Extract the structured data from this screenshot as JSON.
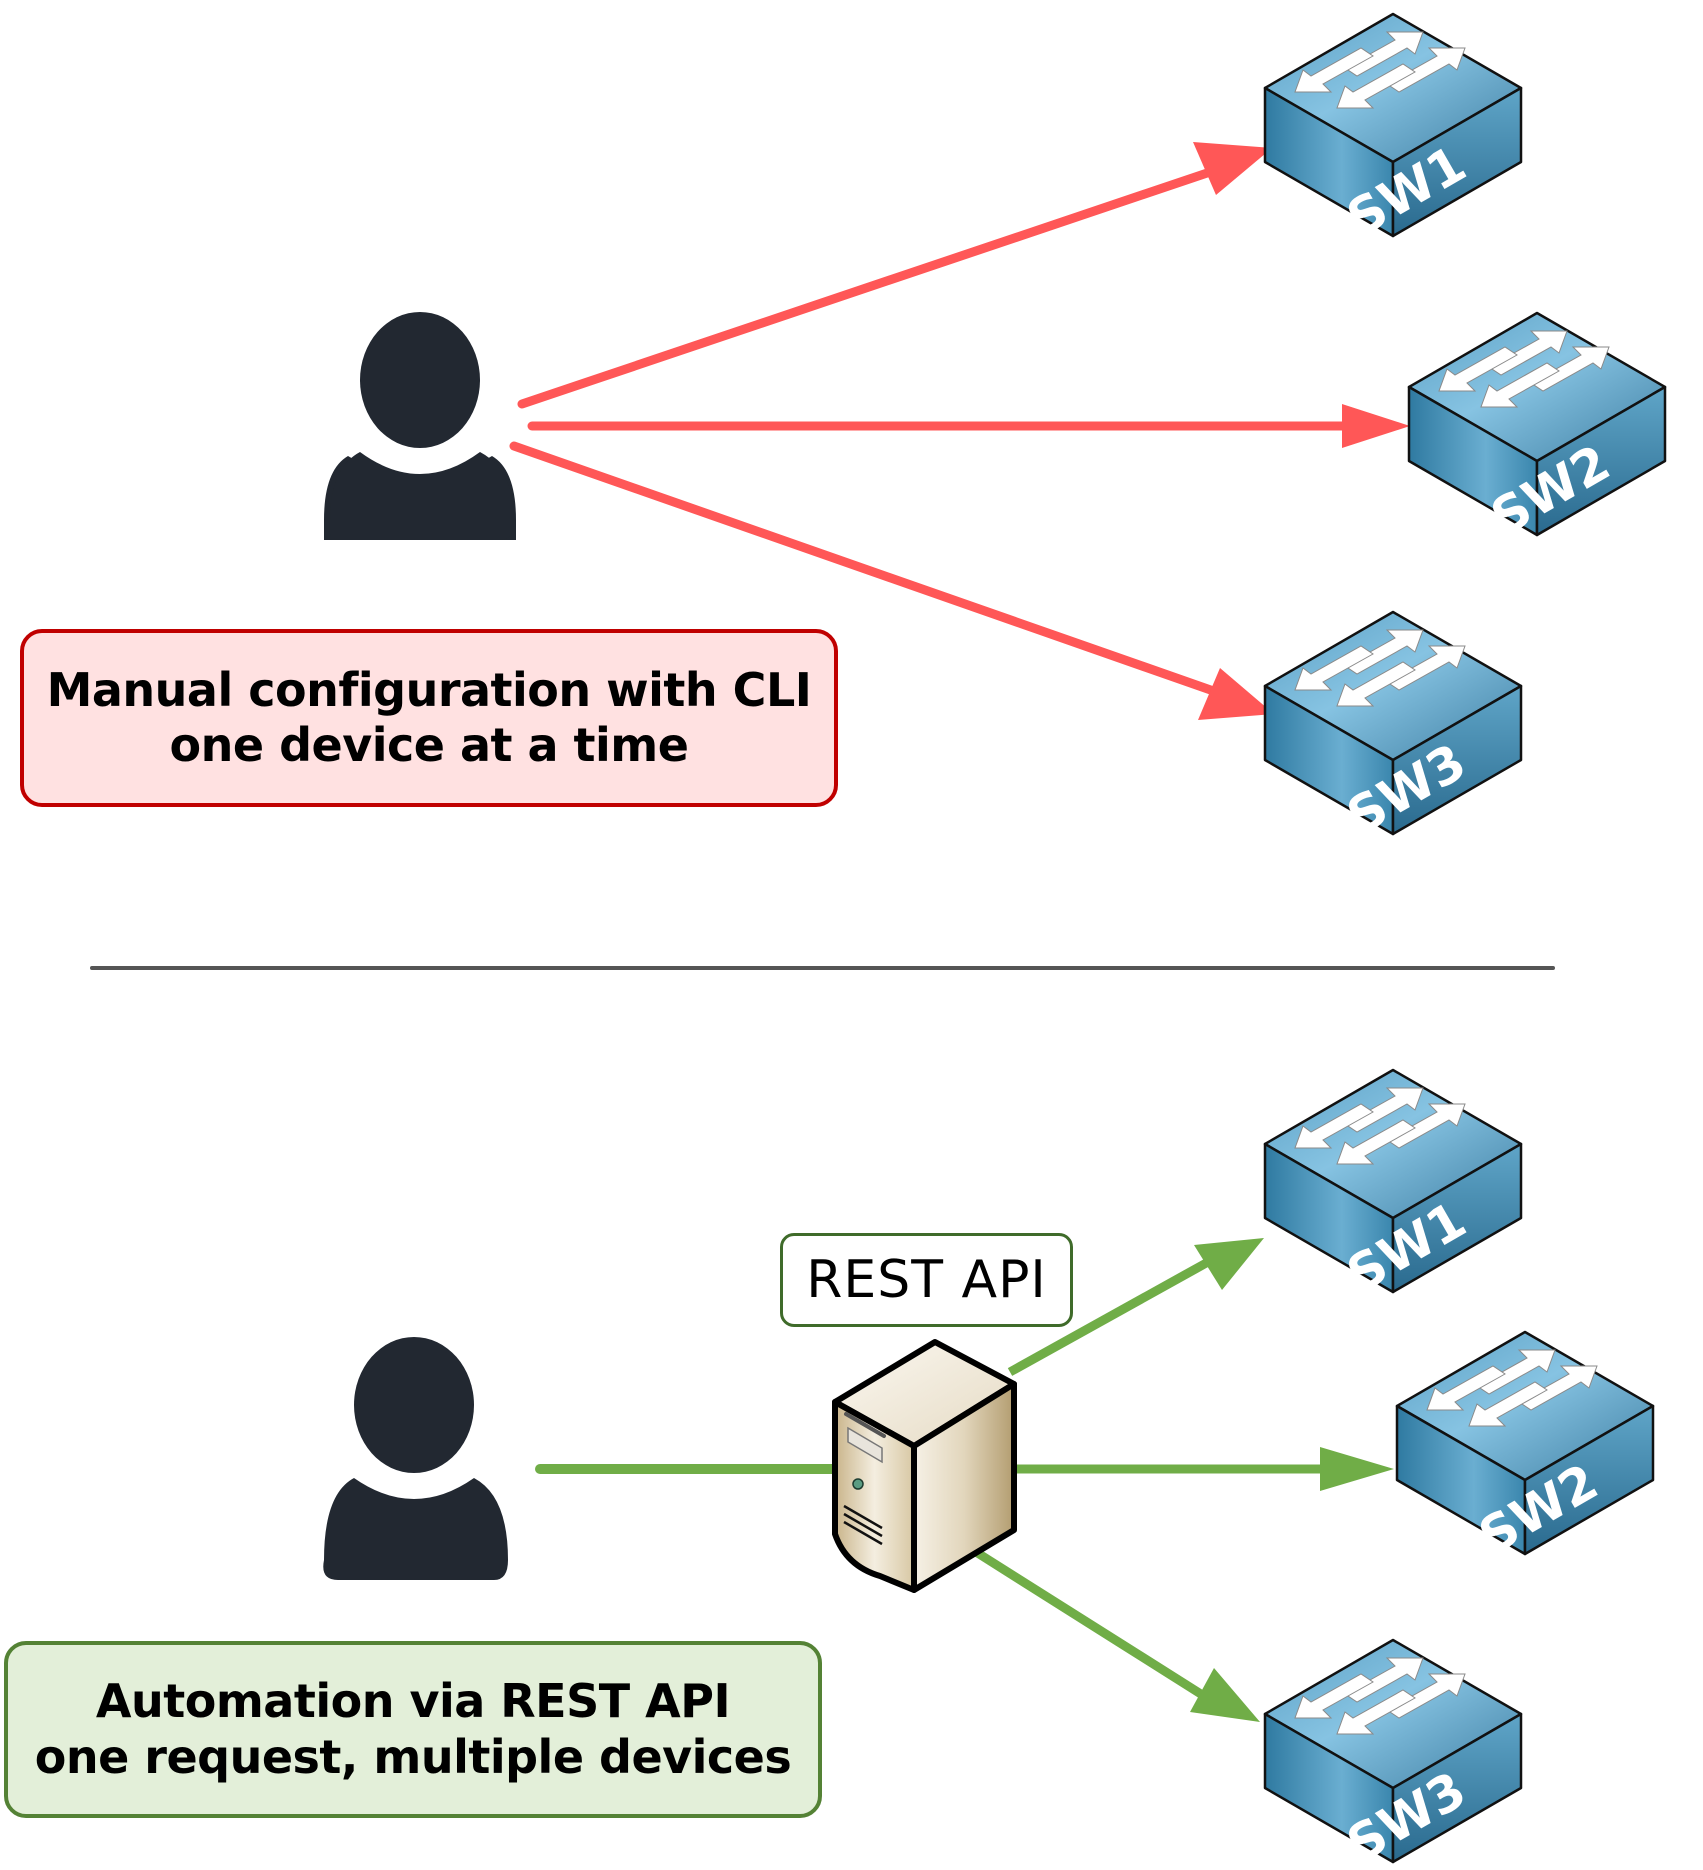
{
  "colors": {
    "manual_arrow": "#ff5757",
    "auto_arrow": "#70ad47",
    "person": "#222831",
    "switch_top": "#7fbedf",
    "switch_side": "#3a86ad",
    "manual_box_fill": "#ffe1e1",
    "manual_box_border": "#c00000",
    "auto_box_fill": "#e3efd9",
    "auto_box_border": "#548235",
    "separator": "#555555"
  },
  "manual_section": {
    "callout": {
      "line1": "Manual configuration with CLI",
      "line2": "one device at a time"
    },
    "switches": [
      {
        "label": "SW1"
      },
      {
        "label": "SW2"
      },
      {
        "label": "SW3"
      }
    ]
  },
  "automation_section": {
    "api_label": "REST API",
    "callout": {
      "line1": "Automation via REST API",
      "line2": "one request, multiple devices"
    },
    "switches": [
      {
        "label": "SW1"
      },
      {
        "label": "SW2"
      },
      {
        "label": "SW3"
      }
    ]
  }
}
